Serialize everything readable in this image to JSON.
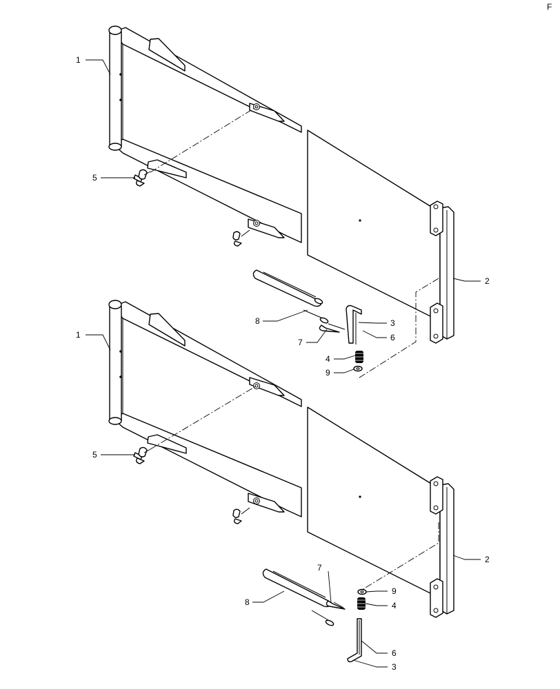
{
  "callouts": {
    "1a": "1",
    "5a": "5",
    "2a": "2",
    "8a": "8",
    "3a": "3",
    "6a": "6",
    "7a": "7",
    "4a": "4",
    "9a": "9",
    "1b": "1",
    "5b": "5",
    "2b": "2",
    "7b": "7",
    "9b": "9",
    "8b": "8",
    "4b": "4",
    "6b": "6",
    "3b": "3"
  },
  "watermark": "F"
}
